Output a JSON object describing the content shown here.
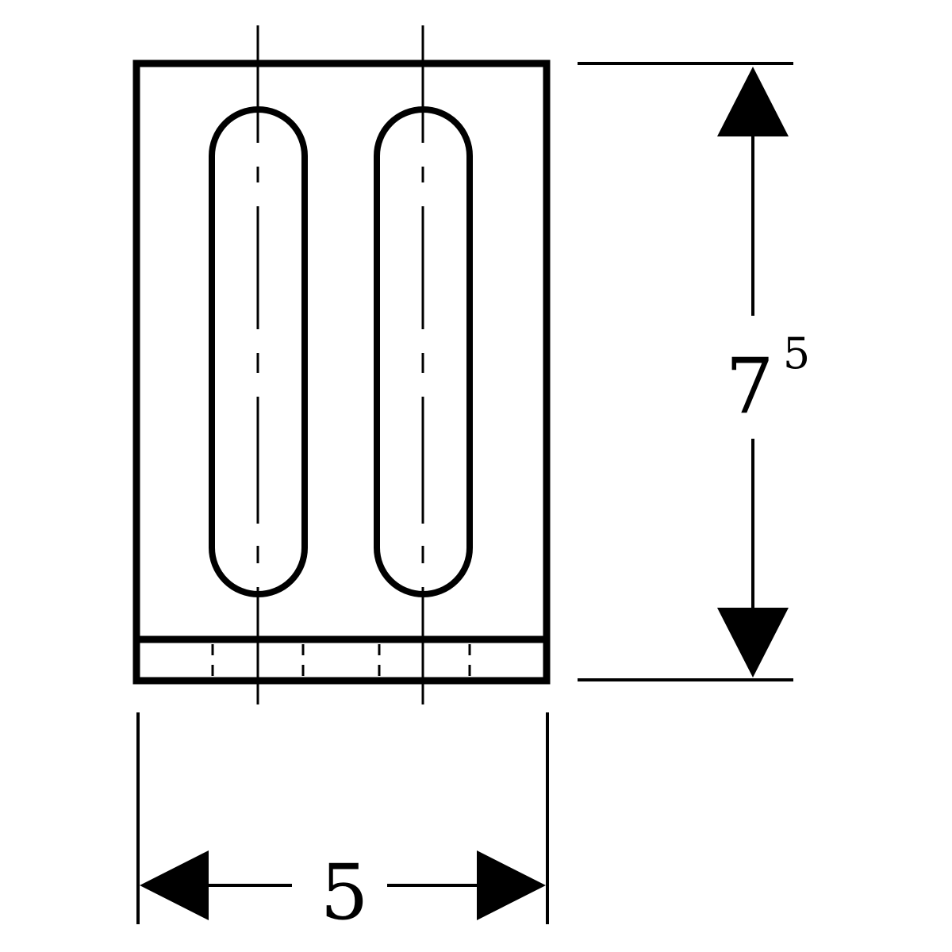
{
  "dimensions": {
    "height": {
      "main": "7",
      "superscript": "5"
    },
    "width": {
      "main": "5"
    }
  },
  "colors": {
    "stroke": "#000000",
    "background": "#ffffff"
  }
}
